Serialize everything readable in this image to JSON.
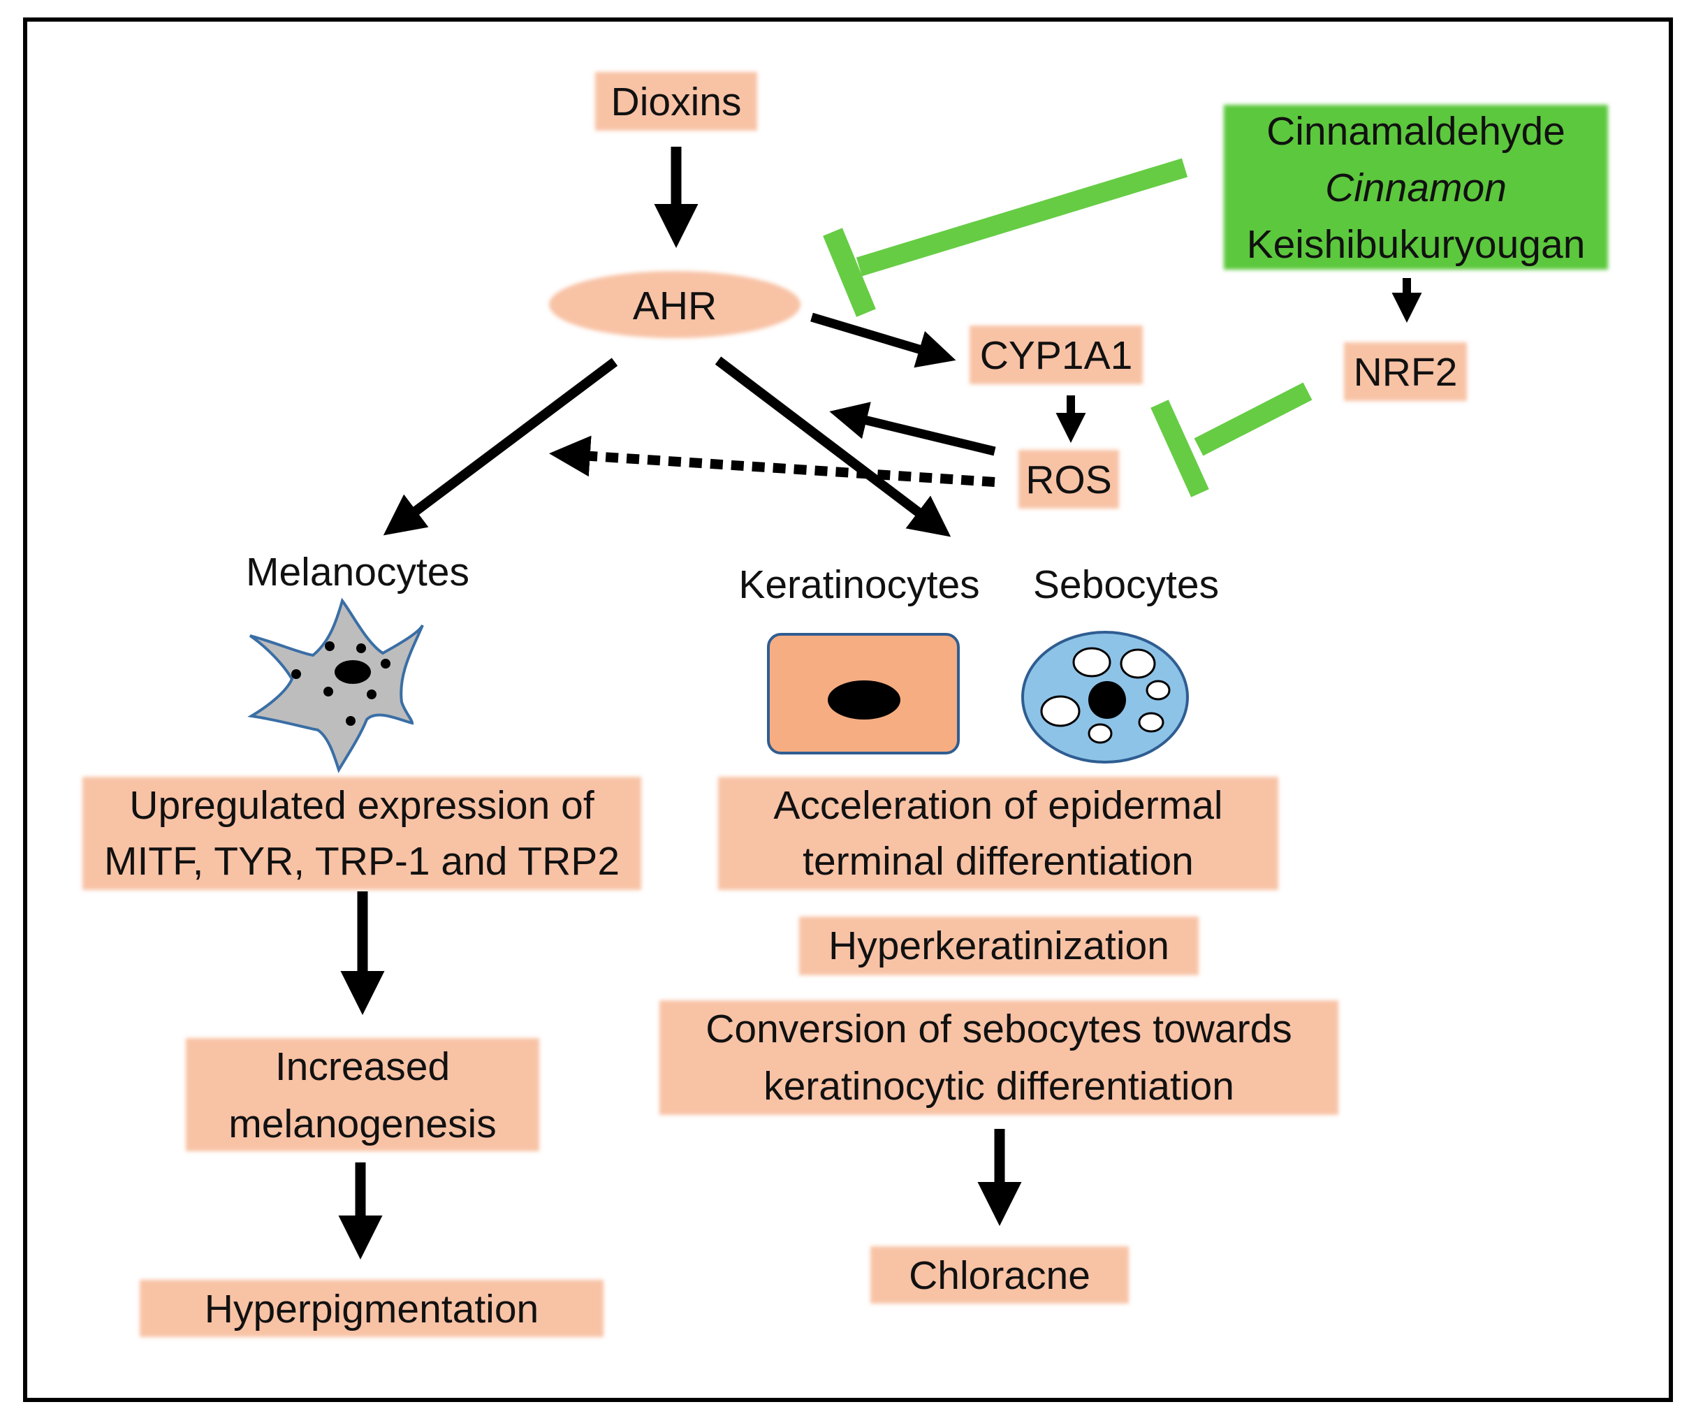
{
  "colors": {
    "box_fill": "#F8C2A5",
    "green_fill": "#5CC83C",
    "inhibit_green": "#66CC44",
    "arrow": "#000000",
    "keratinocyte_fill": "#F7AD82",
    "sebocyte_fill": "#8EC3E8",
    "cell_outline": "#2F5D91",
    "melanocyte_fill": "#BDBDBD"
  },
  "nodes": {
    "dioxins": "Dioxins",
    "ahr": "AHR",
    "cyp1a1": "CYP1A1",
    "ros": "ROS",
    "nrf2": "NRF2",
    "inhibitor_line1": "Cinnamaldehyde",
    "inhibitor_line2": "Cinnamon",
    "inhibitor_line3": "Keishibukuryougan",
    "melanocytes": "Melanocytes",
    "keratinocytes": "Keratinocytes",
    "sebocytes": "Sebocytes",
    "upregulated_line1": "Upregulated expression of",
    "upregulated_line2": "MITF, TYR, TRP-1 and TRP2",
    "increased_line1": "Increased",
    "increased_line2": "melanogenesis",
    "hyperpigmentation": "Hyperpigmentation",
    "acceleration_line1": "Acceleration of epidermal",
    "acceleration_line2": "terminal differentiation",
    "hyperkeratinization": "Hyperkeratinization",
    "conversion_line1": "Conversion of sebocytes towards",
    "conversion_line2": "keratinocytic differentiation",
    "chloracne": "Chloracne"
  },
  "icons": {
    "melanocyte": "melanocyte-cell-icon",
    "keratinocyte": "keratinocyte-cell-icon",
    "sebocyte": "sebocyte-cell-icon"
  }
}
